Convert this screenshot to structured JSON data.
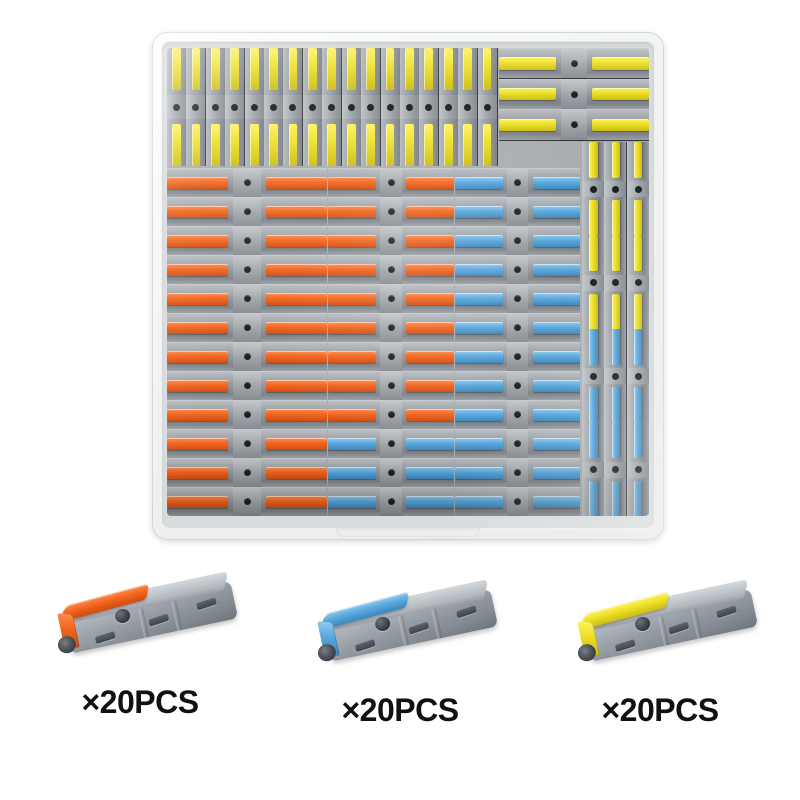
{
  "product": {
    "title": "Wire Connector Assortment Kit",
    "package_description": "Transparent storage box filled with push-in lever wire connectors"
  },
  "storage_box": {
    "name": "transparent-storage-box",
    "box_color": "#f2f3f3",
    "tray_color": "#a9adb0",
    "connector_body_color": "#8e9399"
  },
  "lever_colors": {
    "yellow": "#ecdf27",
    "orange": "#f2641e",
    "blue": "#59a7dc"
  },
  "box_contents": {
    "top_row": {
      "label": "yellow-upright-row",
      "lever_color": "yellow",
      "count": 17
    },
    "top_right_block": {
      "label": "yellow-horizontal-block",
      "lever_color": "yellow",
      "rows": 3
    },
    "left_field": {
      "label": "orange-horizontal-field",
      "lever_color": "orange",
      "rows": 12
    },
    "right_field": {
      "label": "blue-horizontal-field",
      "lever_color": "blue",
      "rows": 12
    },
    "right_column": {
      "label": "vertical-connector-column",
      "columns": 3,
      "top_lever_color": "yellow",
      "bottom_lever_color": "blue"
    }
  },
  "samples": [
    {
      "id": "sample-orange",
      "name": "orange-lever-connector-sample",
      "lever_color": "#f2641e",
      "lever_color_name": "orange",
      "quantity_label": "×20PCS"
    },
    {
      "id": "sample-blue",
      "name": "blue-lever-connector-sample",
      "lever_color": "#59a7dc",
      "lever_color_name": "blue",
      "quantity_label": "×20PCS"
    },
    {
      "id": "sample-yellow",
      "name": "yellow-lever-connector-sample",
      "lever_color": "#ecdf27",
      "lever_color_name": "yellow",
      "quantity_label": "×20PCS"
    }
  ]
}
